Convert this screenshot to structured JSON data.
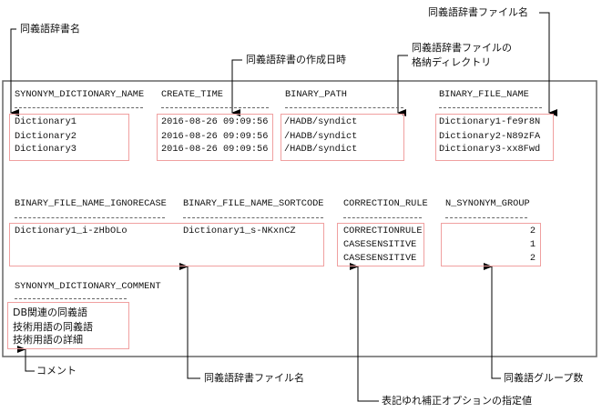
{
  "callouts": {
    "dict_name": "同義語辞書名",
    "create_time": "同義語辞書の作成日時",
    "binary_path_1": "同義語辞書ファイルの",
    "binary_path_2": "格納ディレクトリ",
    "binary_file_name": "同義語辞書ファイル名",
    "comment": "コメント",
    "sortcode_file": "同義語辞書ファイル名",
    "correction_rule": "表記ゆれ補正オプションの指定値",
    "n_group": "同義語グループ数"
  },
  "columns": {
    "name": {
      "header": "SYNONYM_DICTIONARY_NAME",
      "values": [
        "Dictionary1",
        "Dictionary2",
        "Dictionary3"
      ]
    },
    "time": {
      "header": "CREATE_TIME",
      "values": [
        "2016-08-26 09:09:56",
        "2016-08-26 09:09:56",
        "2016-08-26 09:09:56"
      ]
    },
    "path": {
      "header": "BINARY_PATH",
      "values": [
        "/HADB/syndict",
        "/HADB/syndict",
        "/HADB/syndict"
      ]
    },
    "file": {
      "header": "BINARY_FILE_NAME",
      "values": [
        "Dictionary1-fe9r8N",
        "Dictionary2-N89zFA",
        "Dictionary3-xx8Fwd"
      ]
    },
    "ignorecase": {
      "header": "BINARY_FILE_NAME_IGNORECASE",
      "values": [
        "Dictionary1_i-zHbOLo"
      ]
    },
    "sortcode": {
      "header": "BINARY_FILE_NAME_SORTCODE",
      "values": [
        "Dictionary1_s-NKxnCZ"
      ]
    },
    "rule": {
      "header": "CORRECTION_RULE",
      "values": [
        "CORRECTIONRULE",
        "CASESENSITIVE",
        "CASESENSITIVE"
      ]
    },
    "group": {
      "header": "N_SYNONYM_GROUP",
      "values": [
        "2",
        "1",
        "2"
      ]
    },
    "comment": {
      "header": "SYNONYM_DICTIONARY_COMMENT",
      "values": [
        "DB関連の同義語",
        "技術用語の同義語",
        "技術用語の詳細"
      ]
    }
  },
  "colors": {
    "highlight_box": "#f0a0a0",
    "frame": "#666666"
  }
}
